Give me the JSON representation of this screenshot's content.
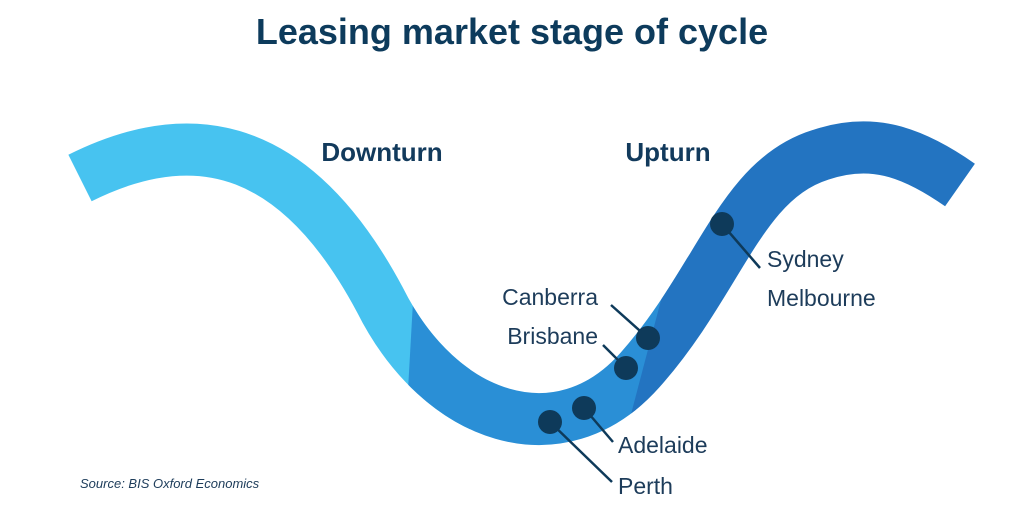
{
  "title": "Leasing market stage of cycle",
  "phases": {
    "downturn": "Downturn",
    "upturn": "Upturn"
  },
  "cities": {
    "sydney": "Sydney",
    "melbourne": "Melbourne",
    "canberra": "Canberra",
    "brisbane": "Brisbane",
    "adelaide": "Adelaide",
    "perth": "Perth"
  },
  "source": "Source: BIS Oxford Economics",
  "colors": {
    "title": "#0d3b5c",
    "wave_light": "#47c3f0",
    "wave_mid": "#2a8fd6",
    "wave_dark": "#2374c1",
    "marker": "#0e3a5a"
  }
}
